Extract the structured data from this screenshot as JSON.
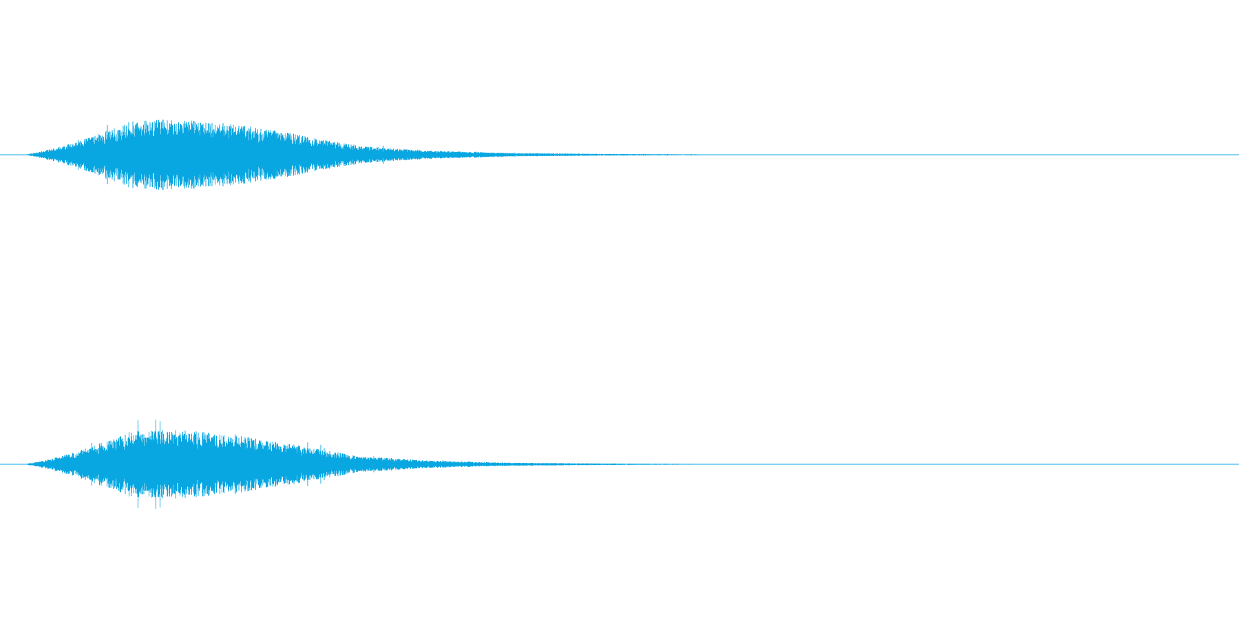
{
  "waveform": {
    "color": "#09a7e1",
    "background": "#ffffff",
    "channels": [
      {
        "name": "left",
        "envelope": [
          [
            0.0,
            0.0
          ],
          [
            0.02,
            0.06
          ],
          [
            0.05,
            0.18
          ],
          [
            0.08,
            0.35
          ],
          [
            0.1,
            0.46
          ],
          [
            0.14,
            0.5
          ],
          [
            0.19,
            0.44
          ],
          [
            0.24,
            0.34
          ],
          [
            0.28,
            0.22
          ],
          [
            0.32,
            0.12
          ],
          [
            0.38,
            0.06
          ],
          [
            0.46,
            0.025
          ],
          [
            0.55,
            0.012
          ],
          [
            0.64,
            0.006
          ],
          [
            0.68,
            0.0
          ]
        ]
      },
      {
        "name": "right",
        "envelope": [
          [
            0.0,
            0.0
          ],
          [
            0.02,
            0.06
          ],
          [
            0.05,
            0.18
          ],
          [
            0.08,
            0.34
          ],
          [
            0.1,
            0.45
          ],
          [
            0.14,
            0.49
          ],
          [
            0.19,
            0.42
          ],
          [
            0.24,
            0.32
          ],
          [
            0.28,
            0.21
          ],
          [
            0.32,
            0.11
          ],
          [
            0.38,
            0.055
          ],
          [
            0.46,
            0.022
          ],
          [
            0.55,
            0.011
          ],
          [
            0.64,
            0.005
          ],
          [
            0.68,
            0.0
          ]
        ]
      }
    ]
  }
}
